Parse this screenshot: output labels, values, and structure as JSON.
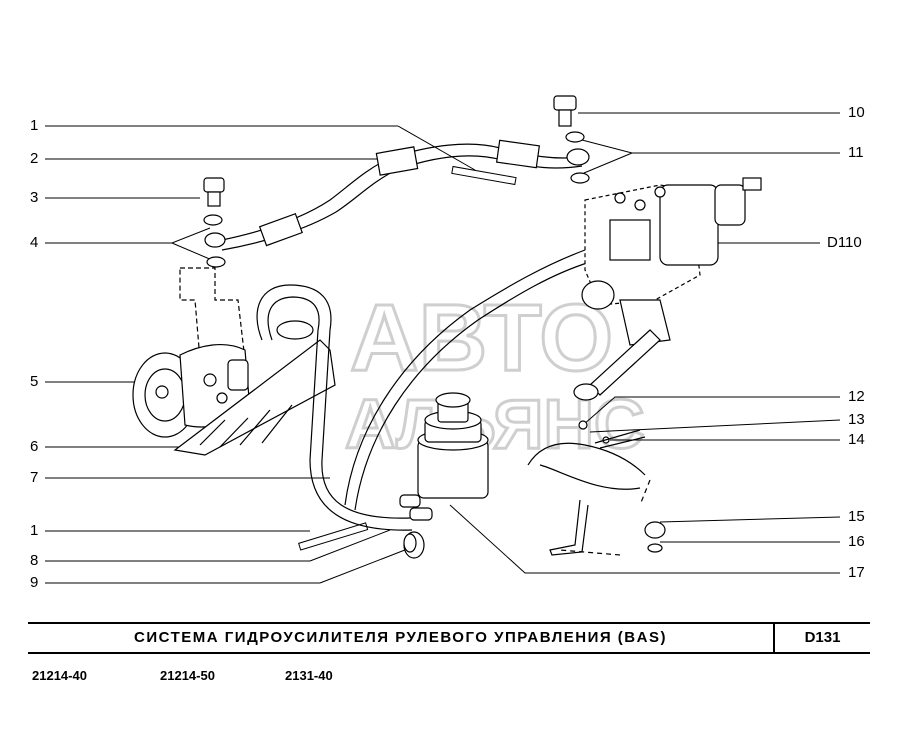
{
  "callouts": {
    "c1a": "1",
    "c2": "2",
    "c3": "3",
    "c4": "4",
    "c5": "5",
    "c6": "6",
    "c7": "7",
    "c1b": "1",
    "c8": "8",
    "c9": "9",
    "c10": "10",
    "c11": "11",
    "d110": "D110",
    "c12": "12",
    "c13": "13",
    "c14": "14",
    "c15": "15",
    "c16": "16",
    "c17": "17"
  },
  "watermark": {
    "line1": "АВТО",
    "line2": "АЛЬЯНС"
  },
  "title_block": {
    "title": "СИСТЕМА  ГИДРОУСИЛИТЕЛЯ  РУЛЕВОГО  УПРАВЛЕНИЯ  (BAS)",
    "code": "D131"
  },
  "models": [
    "21214-40",
    "21214-50",
    "2131-40"
  ]
}
